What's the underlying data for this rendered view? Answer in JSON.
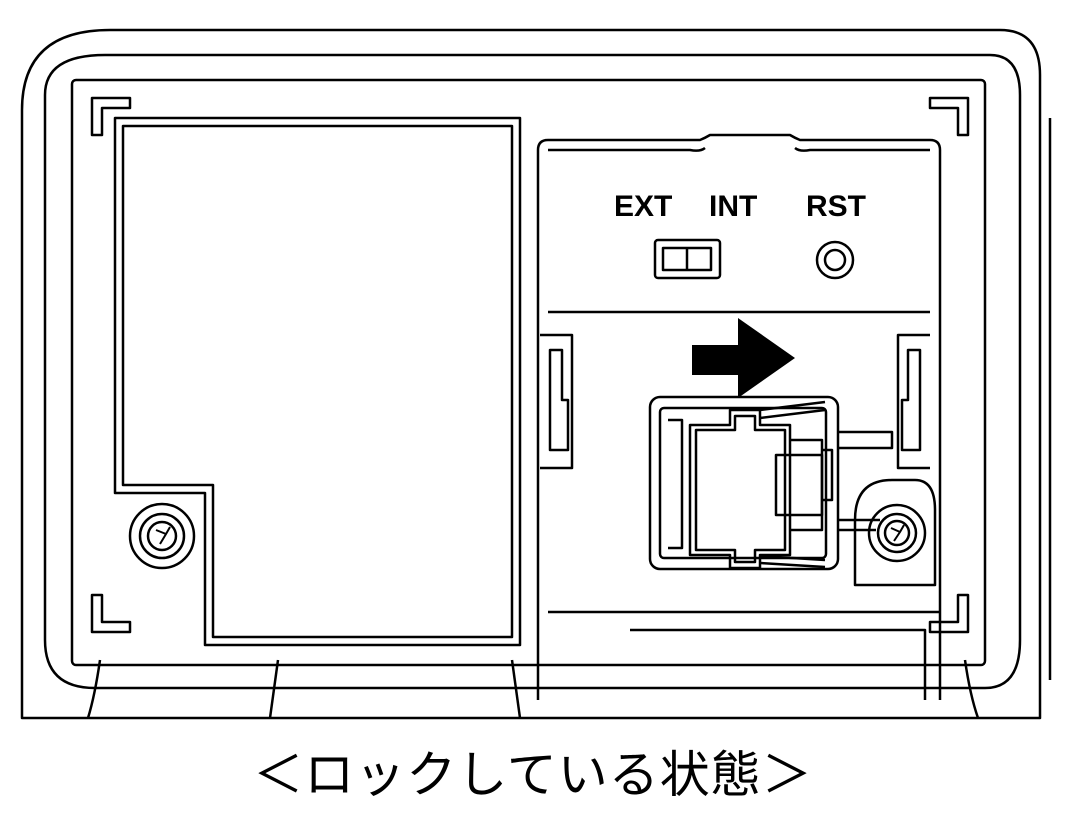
{
  "labels": {
    "ext": "EXT",
    "int": "INT",
    "rst": "RST"
  },
  "caption": "＜ロックしている状態＞",
  "colors": {
    "stroke": "#000000",
    "background": "#ffffff",
    "arrow": "#000000"
  },
  "icons": {
    "arrow": "arrow-right-icon",
    "screw": "screw-icon"
  }
}
